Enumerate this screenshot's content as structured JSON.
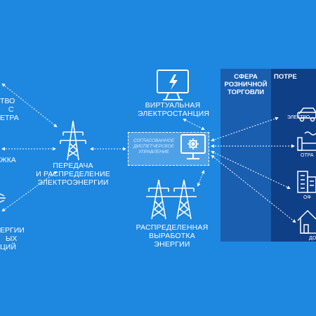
{
  "nodes": {
    "virtual_plant": {
      "line1": "ВИРТУАЛЬНАЯ",
      "line2": "ЭЛЕКТРОСТАНЦИЯ"
    },
    "transmission": {
      "line1": "ПЕРЕДАЧА",
      "line2": "И РАСПРЕДЕЛЕНИЕ",
      "line3": "ЭЛЕКТРОЭНЕРГИИ"
    },
    "distributed": {
      "line1": "РАСПРЕДЕЛЕННАЯ",
      "line2": "ВЫРАБОТКА",
      "line3": "ЭНЕРГИИ"
    },
    "dispatch": {
      "caption": "СОГЛАСОВАННОЕ ДИСПЕТЧЕРСКОЕ УПРАВЛЕНИЕ"
    }
  },
  "left_cut": {
    "item1": [
      "ТВО",
      "С",
      "ЕТРА"
    ],
    "item2": [
      "ЖКА"
    ],
    "item3": [
      "ЕРГИИ",
      "ЫХ",
      "ЦИЙ"
    ]
  },
  "retail": {
    "line1": "СФЕРА",
    "line2": "РОЗНИЧНОЙ",
    "line3": "ТОРГОВЛИ"
  },
  "consumers": {
    "title": "ПОТРЕ",
    "items": [
      "ЭЛЕКТРО",
      "ОТРА",
      "ОФ",
      "ДО"
    ]
  },
  "colors": {
    "background": "#1e87e0",
    "retail_panel": "#1a5eb0",
    "consumer_panel": "#0f3f86",
    "lines": "#ffffff"
  },
  "icons": [
    "monitor-lightning-icon",
    "transmission-tower-icon",
    "monitor-gear-icon",
    "double-pylon-icon",
    "car-icon",
    "factory-icon",
    "office-building-icon",
    "house-icon"
  ]
}
